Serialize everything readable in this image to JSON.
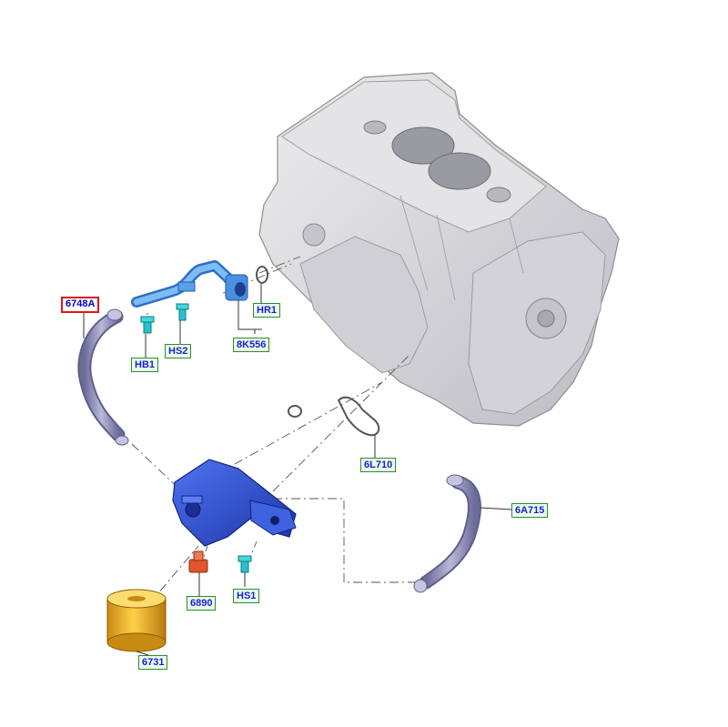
{
  "callouts": {
    "part_6748A": "6748A",
    "part_HB1": "HB1",
    "part_HS2": "HS2",
    "part_HR1": "HR1",
    "part_8K556": "8K556",
    "part_6L710": "6L710",
    "part_6A715": "6A715",
    "part_6890": "6890",
    "part_HS1": "HS1",
    "part_6731": "6731"
  },
  "colors": {
    "selected_border": "#e01818",
    "callout_border": "#2e8b2e",
    "callout_fill": "#e9ffe9",
    "callout_text": "#1a1adf",
    "engine_block": "#d9d9dc",
    "oil_cooler": "#2d4fd1",
    "hose": "#8f8fb8",
    "pipe": "#5aa0e8",
    "filter": "#f0b72a",
    "sensor": "#e0552b",
    "bolt": "#28c2c7"
  }
}
